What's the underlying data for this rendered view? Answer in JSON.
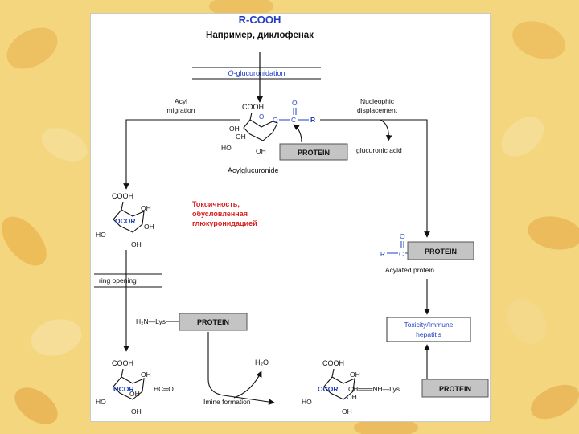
{
  "colors": {
    "accent_blue": "#1f3fbf",
    "toxic_red": "#d81f1f",
    "protein_box": "#c4c4c4"
  },
  "header": {
    "formula": "R-COOH",
    "example": "Например, диклофенак"
  },
  "steps": {
    "o_gluc_prefix": "O",
    "o_gluc_suffix": "-glucuronidation",
    "acyl_migration_1": "Acyl",
    "acyl_migration_2": "migration",
    "nucleo_1": "Nucleophic",
    "nucleo_2": "displacement",
    "glucuronic_acid": "glucuronic acid",
    "ring_opening": "ring opening",
    "imine_formation": "Imine formation"
  },
  "molecules": {
    "acylglucuronide": "Acylglucuronide",
    "acylated_protein": "Acylated protein",
    "cooh": "COOH",
    "oh": "OH",
    "ho": "HO",
    "o_ring": "O",
    "o_link": "O",
    "c_atom": "C",
    "r_group": "R",
    "ocor": "OCOR",
    "aldehyde": "HC═O",
    "imine": "CH═══NH—Lys",
    "lys_amine": "H₂N—Lys",
    "water": "H₂O"
  },
  "protein_label": "PROTEIN",
  "toxicity_box": {
    "line1": "Toxicity/Immune",
    "line2": "hepatitis"
  },
  "toxic_note": {
    "line1": "Токсичность,",
    "line2": "обусловленная",
    "line3": "глюкуронидацией"
  }
}
